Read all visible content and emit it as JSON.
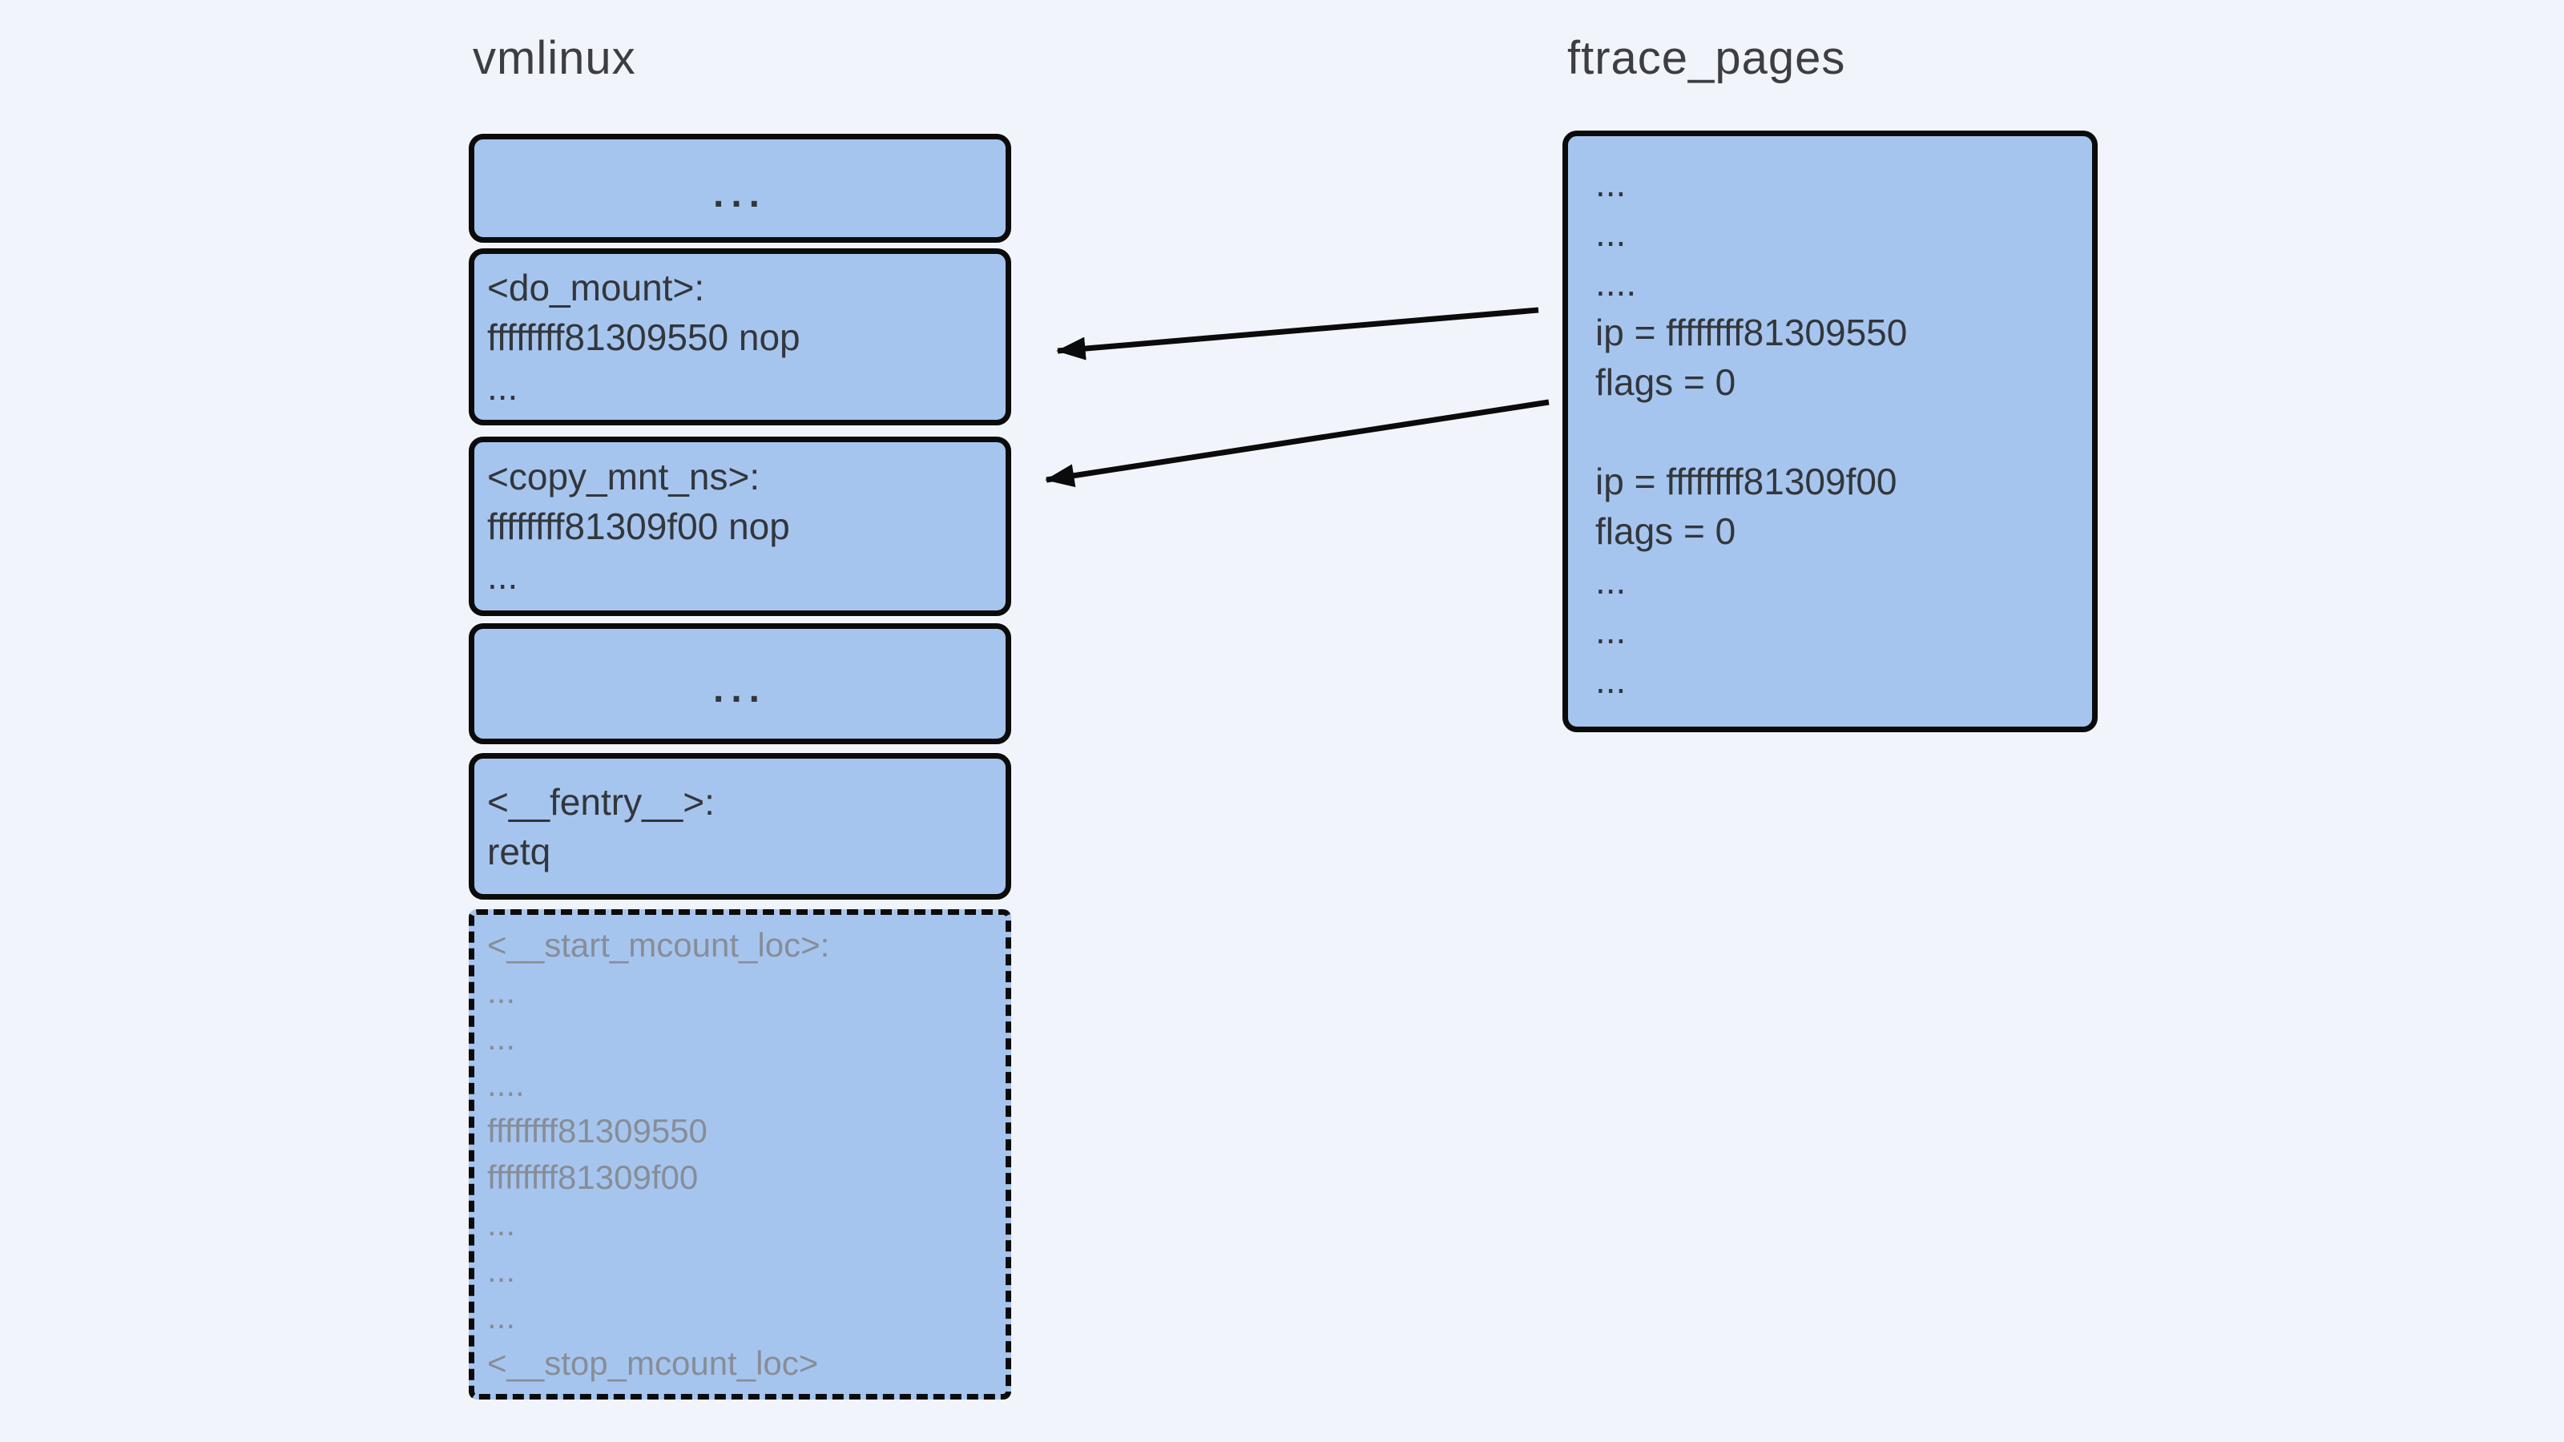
{
  "titles": {
    "vmlinux": "vmlinux",
    "ftrace_pages": "ftrace_pages"
  },
  "vmlinux_column": {
    "ellipsis_top": "...",
    "do_mount": {
      "lines": [
        "<do_mount>:",
        "ffffffff81309550 nop",
        "..."
      ]
    },
    "copy_mnt_ns": {
      "lines": [
        "<copy_mnt_ns>:",
        "ffffffff81309f00 nop",
        "..."
      ]
    },
    "ellipsis_mid": "...",
    "fentry": {
      "lines": [
        "<__fentry__>:",
        "retq"
      ]
    },
    "mcount_loc": {
      "lines": [
        "<__start_mcount_loc>:",
        "...",
        "...",
        "....",
        "ffffffff81309550",
        "ffffffff81309f00",
        "...",
        "...",
        "...",
        "<__stop_mcount_loc>"
      ]
    }
  },
  "ftrace_pages_box": {
    "lines": [
      "...",
      "...",
      "....",
      "ip = ffffffff81309550",
      "flags = 0",
      "",
      "ip = ffffffff81309f00",
      "flags = 0",
      "...",
      "...",
      "..."
    ]
  },
  "colors": {
    "background": "#f1f4fa",
    "box_fill": "#a6c5ee",
    "box_border": "#0b0b0b",
    "box_text": "#33363b",
    "muted_text": "#878d97",
    "title_text": "#3c3e42",
    "arrow": "#0b0b0b"
  }
}
